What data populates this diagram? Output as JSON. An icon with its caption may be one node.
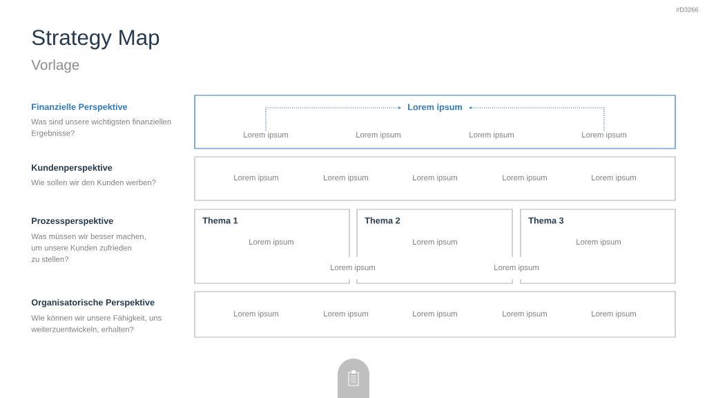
{
  "diagram": {
    "title": "Strategy Map",
    "nodes": [
      {
        "text": [],
        "shape": "box"
      },
      {
        "text": [
          "Lorem ipsum"
        ],
        "in": 0
      },
      {
        "text": [
          "Lorem ipsum"
        ],
        "in": 0
      },
      {
        "text": [
          "Lorem ipsum"
        ],
        "in": 0
      },
      {
        "text": [
          "Lorem ipsum"
        ],
        "in": 0
      },
      {
        "text": [
          "Lorem ipsum"
        ],
        "in": 0
      },
      {
        "text": [
          "Lorem ipsum",
          "Lorem ipsum",
          "Lorem ipsum",
          "Lorem ipsum",
          "Lorem ipsum"
        ]
      },
      {
        "text": [
          "Thema 1",
          "Lorem ipsum"
        ]
      },
      {
        "text": [
          "Thema 2",
          "Lorem ipsum"
        ]
      },
      {
        "text": [
          "Thema 3",
          "Lorem ipsum"
        ]
      },
      {
        "text": [
          "Lorem ipsum",
          "Lorem ipsum",
          "Lorem ipsum",
          "Lorem ipsum",
          "Lorem ipsum"
        ]
      }
    ],
    "edges": [
      {
        "from": 2,
        "to": 1,
        "arrow": "to",
        "style": "dashed"
      },
      {
        "from": 5,
        "to": 1,
        "arrow": "to",
        "style": "dashed"
      }
    ],
    "labels": [
      "#D3266",
      "Vorlage",
      "Finanzielle Perspektive",
      "Was sind unsere wichtigsten finanziellen Ergebnisse?",
      "Kundenperspektive",
      "Wie sollen wir den Kunden werben?",
      "Prozessperspektive",
      "Was müssen wir besser machen, um unsere Kunden zufrieden zu stellen?",
      "Lorem ipsum",
      "Lorem ipsum",
      "Organisatorische Perspektive",
      "Wie können wir unsere Fähigkeit, uns weiterzuentwickeln, erhalten?"
    ]
  }
}
